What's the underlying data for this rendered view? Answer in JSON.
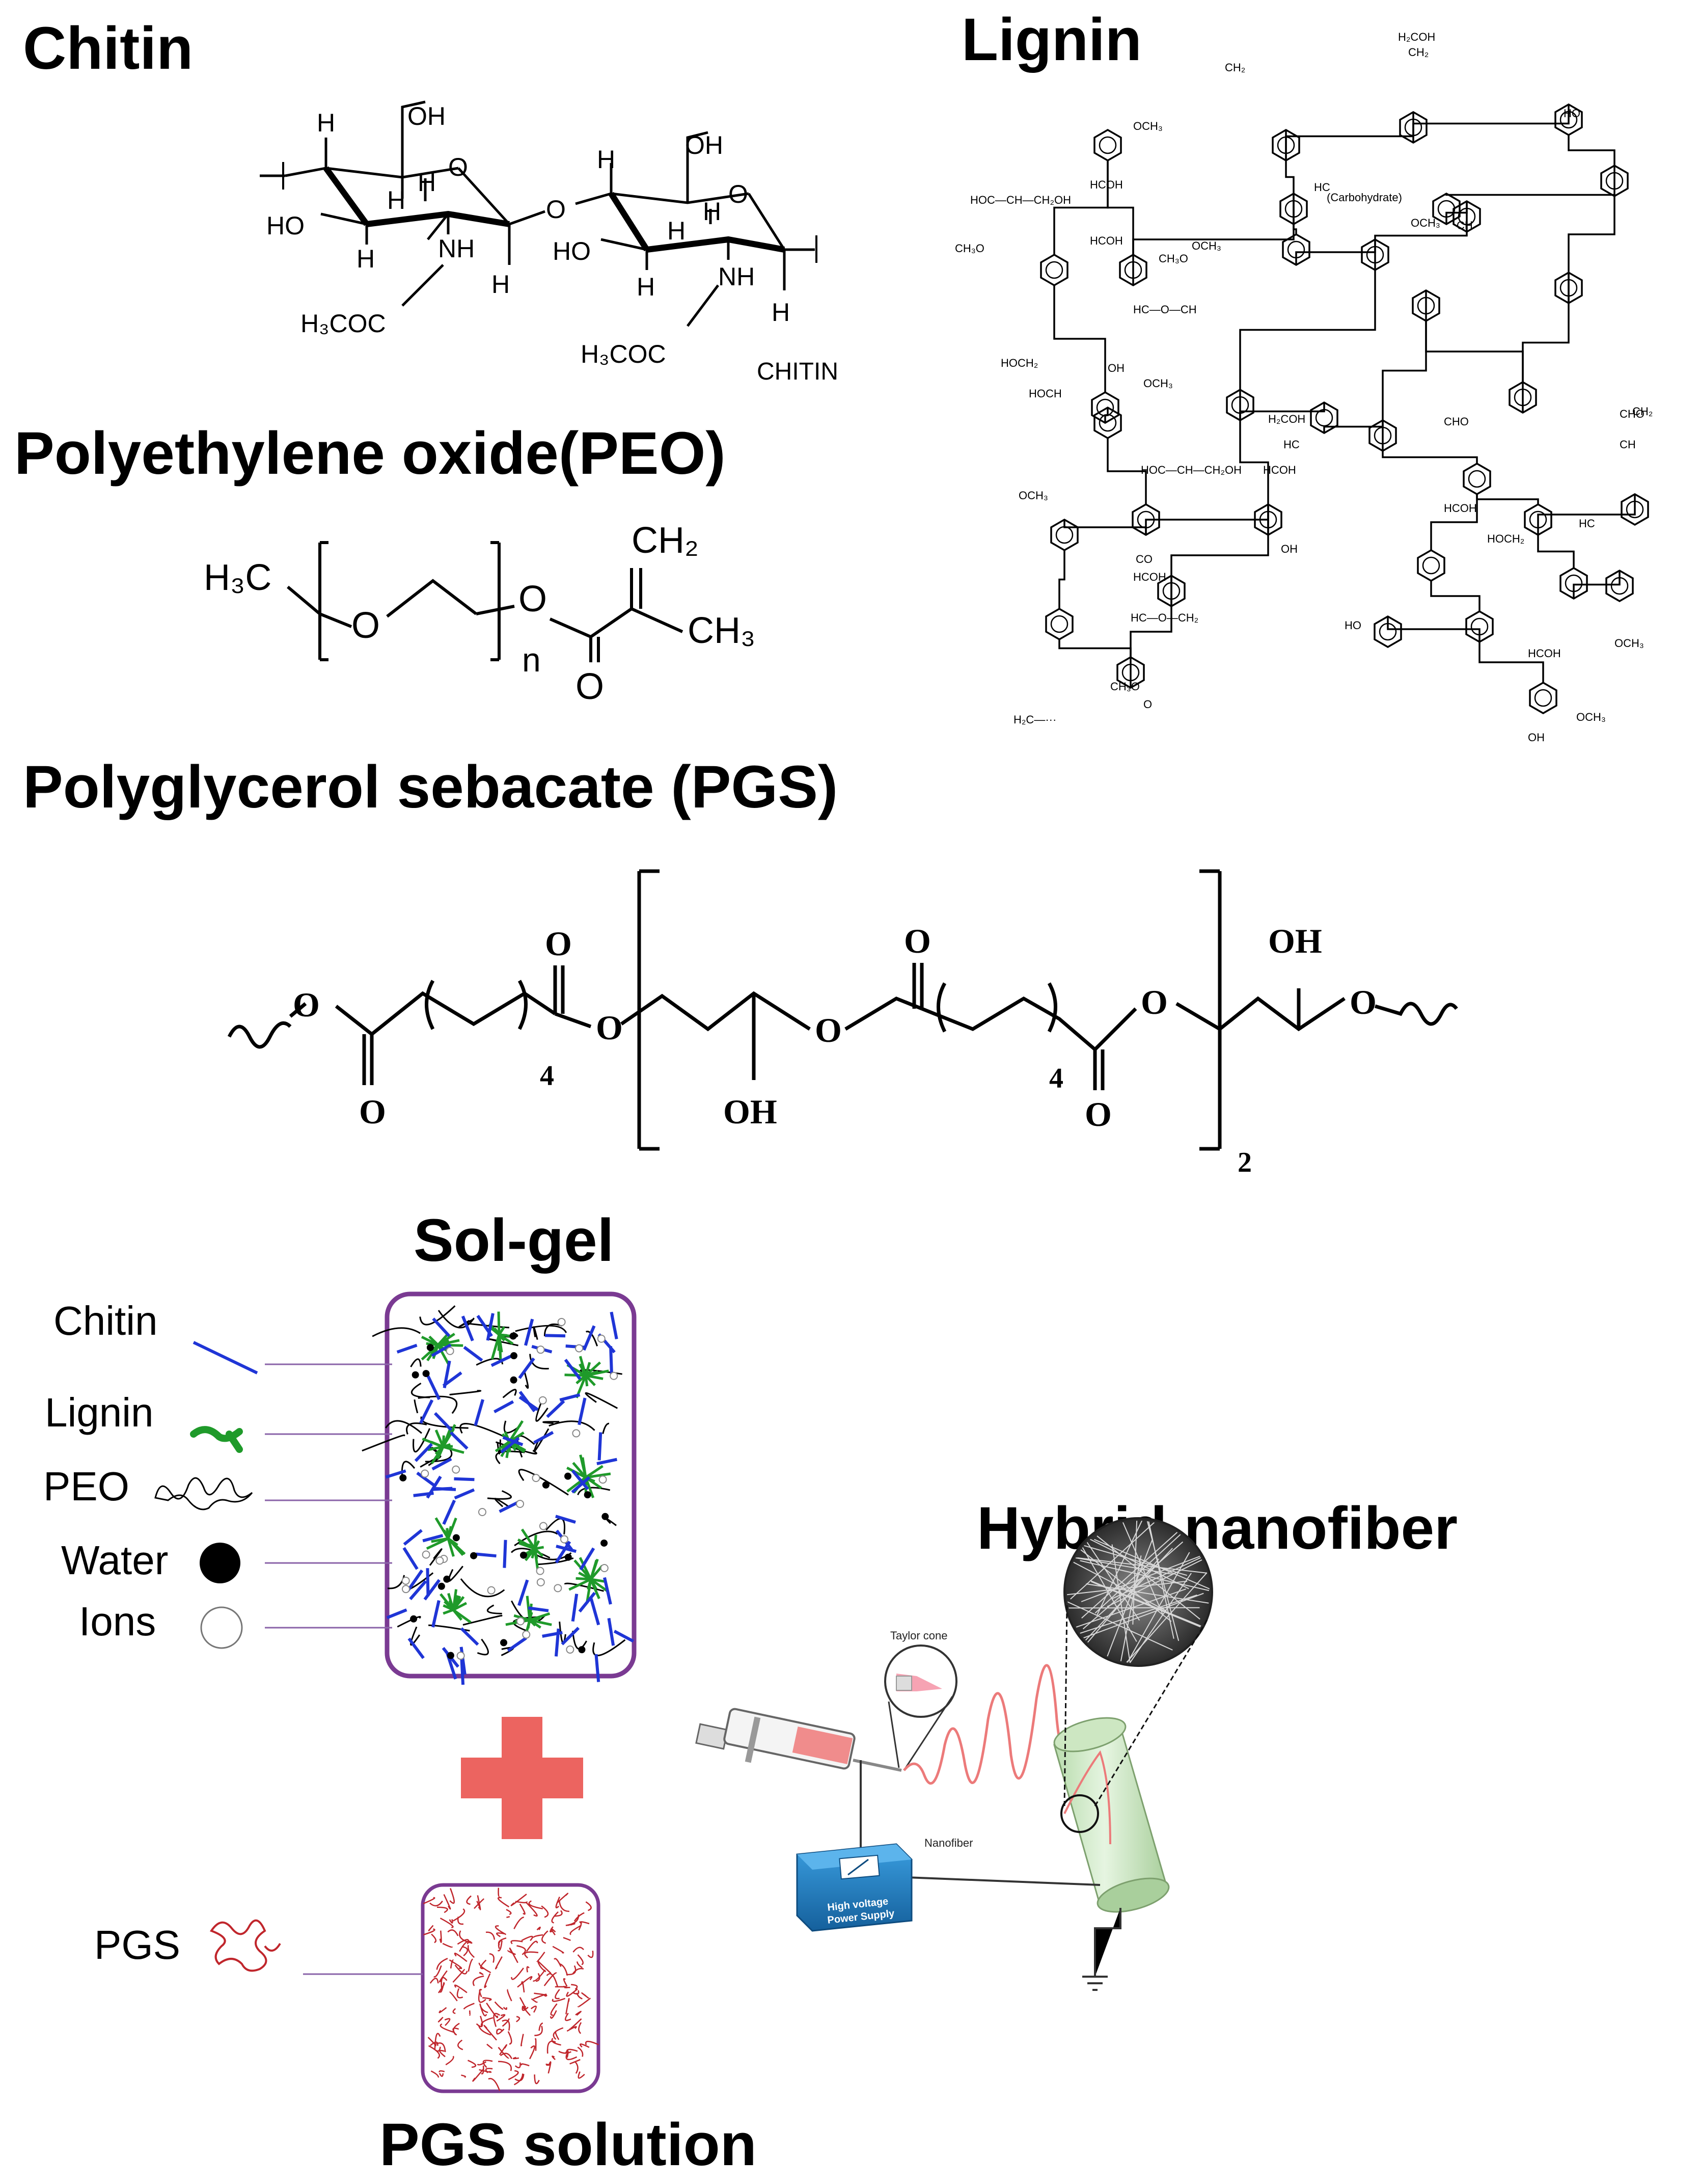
{
  "headings": {
    "chitin": "Chitin",
    "lignin": "Lignin",
    "peo": "Polyethylene oxide(PEO)",
    "pgs": "Polyglycerol sebacate (PGS)",
    "solgel": "Sol-gel",
    "hybrid": "Hybrid nanofiber",
    "pgs_solution": "PGS solution"
  },
  "chitin_structure": {
    "caption": "CHITIN",
    "oh1": "OH",
    "oh2": "OH",
    "ho1": "HO",
    "ho2": "HO",
    "nh1": "NH",
    "nh2": "NH",
    "acetyl1": "H₃COC",
    "acetyl2": "H₃COC",
    "o_ring1": "O",
    "o_ring2": "O",
    "o_bridge": "O",
    "h": "H"
  },
  "peo_structure": {
    "methyl_left": "H₃C",
    "o_chain": "O",
    "n": "n",
    "o_ester": "O",
    "ch2": "CH₂",
    "ch3": "CH₃",
    "o_carbonyl": "O"
  },
  "pgs_structure": {
    "o": "O",
    "oh": "OH",
    "four": "4",
    "two": "2"
  },
  "lignin_structure": {
    "labels": [
      "H₂COH",
      "CH₂",
      "CH₂",
      "OCH₃",
      "HCOH",
      "HC",
      "HOC—CH—CH₂OH",
      "HCOH",
      "CH₃O",
      "OCH₃",
      "(Carbohydrate)",
      "OCH₃",
      "HO",
      "CH₃O",
      "HOCH",
      "HOCH₂",
      "H₂COH",
      "HC",
      "CH",
      "HC—O—CH",
      "OH",
      "OCH₃",
      "CHO",
      "HOC—CH—CH₂OH",
      "HCOH",
      "CO",
      "HC—O—CH₂",
      "HCOH",
      "H₂C—···",
      "OCH₃",
      "CH₃O",
      "OH",
      "O",
      "HCOH",
      "HC",
      "CH₂",
      "OCH₃",
      "HO",
      "OCH₃",
      "HOCH₂",
      "HCOH",
      "OH",
      "CH",
      "CHO"
    ]
  },
  "legend": {
    "chitin": "Chitin",
    "lignin": "Lignin",
    "peo": "PEO",
    "water": "Water",
    "ions": "Ions",
    "pgs": "PGS"
  },
  "apparatus": {
    "taylor_cone": "Taylor cone",
    "nanofiber": "Nanofiber",
    "power_supply_line1": "High voltage",
    "power_supply_line2": "Power Supply"
  },
  "colors": {
    "chitin": "#1f35d6",
    "lignin": "#1f9a2a",
    "box_border": "#7a3a92",
    "plus": "#ec6460",
    "pgs_fiber": "#c0262c",
    "power_supply": "#1f7fc4",
    "collector": "#d8efd0",
    "syringe_fluid": "#f08c8c"
  }
}
